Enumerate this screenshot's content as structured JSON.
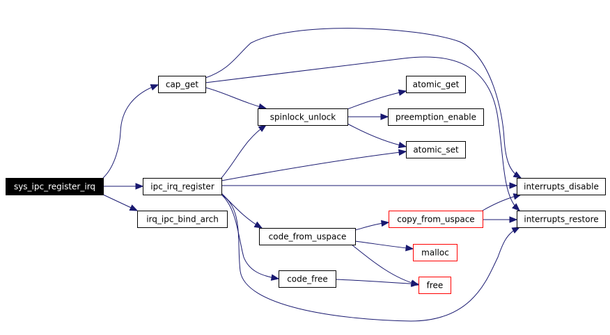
{
  "colors": {
    "edge": "#191970",
    "root_fill": "#000000",
    "root_text": "#ffffff",
    "node_border": "#000000",
    "truncated_border": "#ff0000",
    "node_fill": "#ffffff"
  },
  "nodes": [
    {
      "id": "sys_ipc_register_irq",
      "label": "sys_ipc_register_irq",
      "style": "root"
    },
    {
      "id": "cap_get",
      "label": "cap_get",
      "style": "normal"
    },
    {
      "id": "ipc_irq_register",
      "label": "ipc_irq_register",
      "style": "normal"
    },
    {
      "id": "irq_ipc_bind_arch",
      "label": "irq_ipc_bind_arch",
      "style": "normal"
    },
    {
      "id": "spinlock_unlock",
      "label": "spinlock_unlock",
      "style": "normal"
    },
    {
      "id": "atomic_get",
      "label": "atomic_get",
      "style": "normal"
    },
    {
      "id": "preemption_enable",
      "label": "preemption_enable",
      "style": "normal"
    },
    {
      "id": "atomic_set",
      "label": "atomic_set",
      "style": "normal"
    },
    {
      "id": "interrupts_disable",
      "label": "interrupts_disable",
      "style": "normal"
    },
    {
      "id": "interrupts_restore",
      "label": "interrupts_restore",
      "style": "normal"
    },
    {
      "id": "code_from_uspace",
      "label": "code_from_uspace",
      "style": "normal"
    },
    {
      "id": "copy_from_uspace",
      "label": "copy_from_uspace",
      "style": "truncated"
    },
    {
      "id": "malloc",
      "label": "malloc",
      "style": "truncated"
    },
    {
      "id": "code_free",
      "label": "code_free",
      "style": "normal"
    },
    {
      "id": "free",
      "label": "free",
      "style": "truncated"
    }
  ],
  "edges": [
    {
      "from": "sys_ipc_register_irq",
      "to": "cap_get"
    },
    {
      "from": "sys_ipc_register_irq",
      "to": "ipc_irq_register"
    },
    {
      "from": "sys_ipc_register_irq",
      "to": "irq_ipc_bind_arch"
    },
    {
      "from": "cap_get",
      "to": "spinlock_unlock"
    },
    {
      "from": "cap_get",
      "to": "interrupts_disable"
    },
    {
      "from": "cap_get",
      "to": "interrupts_restore"
    },
    {
      "from": "spinlock_unlock",
      "to": "atomic_get"
    },
    {
      "from": "spinlock_unlock",
      "to": "preemption_enable"
    },
    {
      "from": "spinlock_unlock",
      "to": "atomic_set"
    },
    {
      "from": "ipc_irq_register",
      "to": "spinlock_unlock"
    },
    {
      "from": "ipc_irq_register",
      "to": "atomic_set"
    },
    {
      "from": "ipc_irq_register",
      "to": "interrupts_disable"
    },
    {
      "from": "ipc_irq_register",
      "to": "code_from_uspace"
    },
    {
      "from": "ipc_irq_register",
      "to": "code_free"
    },
    {
      "from": "ipc_irq_register",
      "to": "interrupts_restore"
    },
    {
      "from": "code_from_uspace",
      "to": "copy_from_uspace"
    },
    {
      "from": "code_from_uspace",
      "to": "malloc"
    },
    {
      "from": "code_from_uspace",
      "to": "free"
    },
    {
      "from": "copy_from_uspace",
      "to": "interrupts_disable"
    },
    {
      "from": "copy_from_uspace",
      "to": "interrupts_restore"
    },
    {
      "from": "code_free",
      "to": "free"
    }
  ]
}
